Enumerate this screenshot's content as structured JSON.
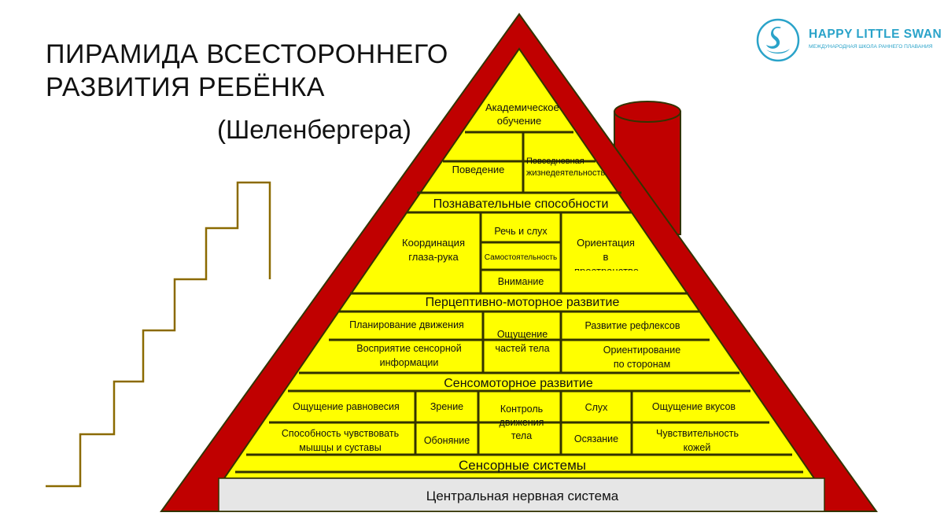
{
  "title": {
    "line1": "ПИРАМИДА ВСЕСТОРОННЕГО",
    "line2": "РАЗВИТИЯ РЕБЁНКА",
    "subtitle": "(Шеленбергера)"
  },
  "brand": {
    "name": "HAPPY LITTLE SWAN",
    "tagline": "МЕЖДУНАРОДНАЯ ШКОЛА РАННЕГО ПЛАВАНИЯ",
    "logo_icon": "swan-icon"
  },
  "colors": {
    "roof": "#c00000",
    "block": "#ffff00",
    "outline": "#333300",
    "base": "#e6e6e6",
    "brand": "#2aa3c9"
  },
  "pyramid": {
    "top": {
      "academic": "Академическое обучение",
      "behavior": "Поведение",
      "daily_life": "Повседневная жизнедеятельность"
    },
    "cognitive": {
      "header": "Познавательные способности",
      "eye_hand": "Координация глаза-рука",
      "speech": "Речь и слух",
      "independence": "Самостоятельность",
      "attention": "Внимание",
      "orientation": "Ориентация в пространстве"
    },
    "perceptual_motor": {
      "header": "Перцептивно-моторное развитие",
      "motor_planning": "Планирование движения",
      "sensory_perception": "Восприятие сенсорной информации",
      "body_parts": "Ощущение частей тела",
      "reflexes": "Развитие рефлексов",
      "sides": "Ориентирование по сторонам"
    },
    "sensorimotor": {
      "header": "Сенсомоторное развитие",
      "balance": "Ощущение равновесия",
      "vision": "Зрение",
      "movement_control": "Контроль движения тела",
      "hearing": "Слух",
      "taste": "Ощущение вкусов",
      "proprioception": "Способность чувствовать мышцы и суставы",
      "smell": "Обоняние",
      "touch": "Осязание",
      "skin_sensitivity": "Чувствительность кожей"
    },
    "sensory_systems": "Сенсорные системы",
    "cns": "Центральная нервная система"
  }
}
